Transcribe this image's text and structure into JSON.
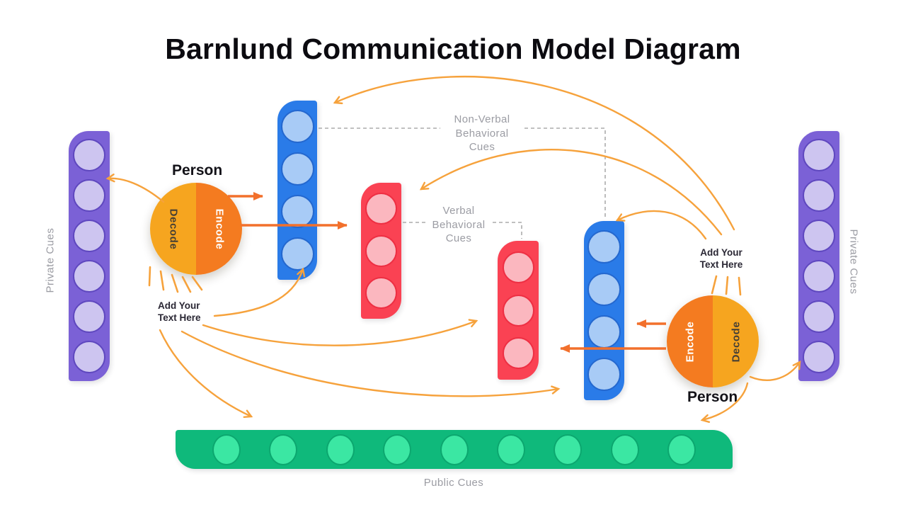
{
  "title": "Barnlund Communication Model Diagram",
  "persons": {
    "left": {
      "name": "Person",
      "left_half": "Decode",
      "right_half": "Encode"
    },
    "right": {
      "name": "Person",
      "left_half": "Encode",
      "right_half": "Decode"
    }
  },
  "labels": {
    "nonverbal": {
      "line1": "Non-Verbal",
      "line2": "Behavioral",
      "line3": "Cues"
    },
    "verbal": {
      "line1": "Verbal",
      "line2": "Behavioral",
      "line3": "Cues"
    },
    "add_text_left": {
      "line1": "Add Your",
      "line2": "Text Here"
    },
    "add_text_right": {
      "line1": "Add Your",
      "line2": "Text Here"
    }
  },
  "bars": {
    "private_left": {
      "label": "Private Cues",
      "dots": 6
    },
    "blue_1": {
      "dots": 4
    },
    "red_1": {
      "dots": 3
    },
    "red_2": {
      "dots": 3
    },
    "blue_2": {
      "dots": 4
    },
    "private_right": {
      "label": "Private Cues",
      "dots": 6
    },
    "public": {
      "label": "Public Cues",
      "dots": 9
    }
  },
  "colors": {
    "purple_bar": "#7B61D6",
    "purple_dot": "#CDC5F0",
    "purple_dot_stroke": "#5F48BF",
    "blue_bar": "#2A7BE8",
    "blue_dot": "#A8CBF6",
    "blue_dot_stroke": "#2468CF",
    "red_bar": "#FA4253",
    "red_dot": "#FBB7BF",
    "red_dot_stroke": "#EE2F43",
    "green_bar": "#0FB97B",
    "green_dot": "#3BE7A3",
    "green_dot_stroke": "#0CA76F",
    "person_decode": "#F6A51F",
    "person_encode": "#F47B20",
    "arrow": "#F6A23C",
    "arrow_bold": "#F2702C",
    "dash": "#ABABAB",
    "text_gray": "#9B9CA3"
  }
}
